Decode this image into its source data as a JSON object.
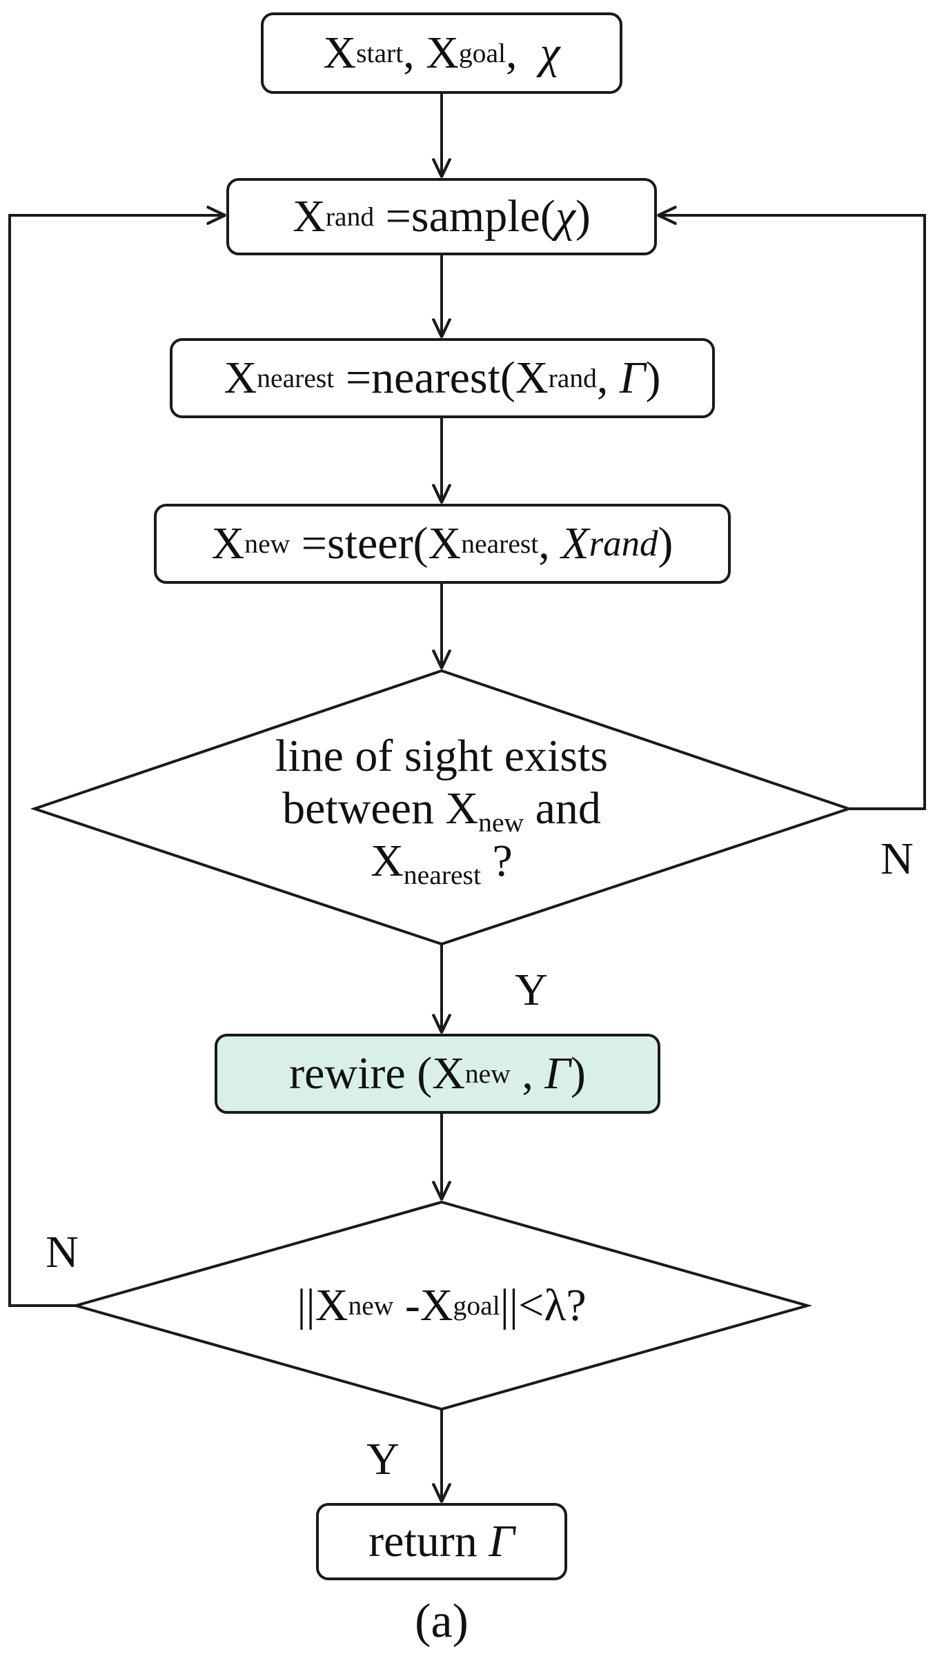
{
  "flowchart": {
    "nodes": {
      "init": {
        "a": "X",
        "a_sub": "start",
        "sep1": ", ",
        "b": "X",
        "b_sub": "goal",
        "sep2": ",  ",
        "c": "χ"
      },
      "sample": {
        "a": "X",
        "a_sub": "rand",
        "eq": " =sample(",
        "chi": "χ",
        "close": ")"
      },
      "nearest": {
        "a": "X",
        "a_sub": "nearest",
        "eq": " =nearest(",
        "b": "X",
        "b_sub": "rand",
        "sep": ", ",
        "gamma": "Γ",
        "close": ")"
      },
      "steer": {
        "a": "X",
        "a_sub": "new",
        "eq": " =steer(",
        "b": "X",
        "b_sub": "nearest",
        "sep": ", ",
        "c": "X",
        "c_sub": "rand",
        "close": ")"
      },
      "los": {
        "line1": "line of sight exists",
        "line2_pre": "between ",
        "line2_x": "X",
        "line2_sub": "new",
        "line2_post": " and",
        "line3_x": "X",
        "line3_sub": "nearest",
        "line3_post": " ?"
      },
      "rewire": {
        "pre": "rewire (",
        "x": "X",
        "x_sub": "new",
        "sep": " , ",
        "gamma": "Γ",
        "close": ")"
      },
      "goalcheck": {
        "open": "||",
        "a": "X",
        "a_sub": "new",
        "minus": " -",
        "b": "X",
        "b_sub": "goal",
        "close": "||<λ?"
      },
      "ret": {
        "pre": "return ",
        "gamma": "Γ"
      }
    },
    "edge_labels": {
      "los_no": "N",
      "los_yes": "Y",
      "goal_no": "N",
      "goal_yes": "Y"
    },
    "caption": "(a)",
    "colors": {
      "stroke": "#1a1a1a",
      "highlight_fill": "#d9f0e8"
    }
  }
}
